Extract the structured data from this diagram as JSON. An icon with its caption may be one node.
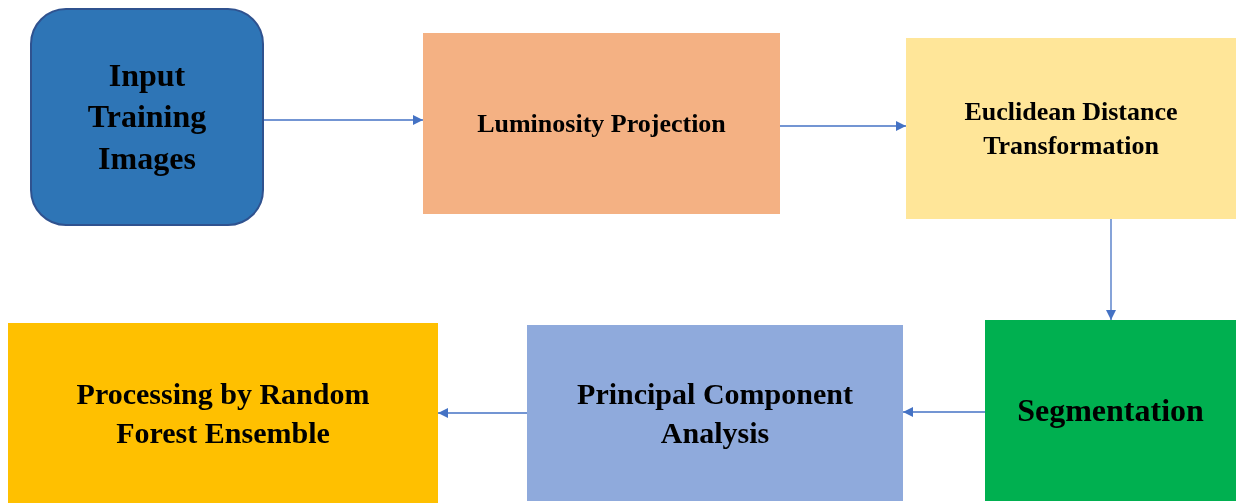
{
  "diagram": {
    "nodes": [
      {
        "text": [
          "Input Training Images"
        ]
      },
      {
        "text": [
          "Luminosity Projection"
        ]
      },
      {
        "text": [
          "Euclidean Distance Transformation"
        ]
      },
      {
        "text": [
          "Segmentation"
        ]
      },
      {
        "text": [
          "Principal Component Analysis"
        ]
      },
      {
        "text": [
          "Processing by Random Forest Ensemble"
        ]
      }
    ],
    "edges": [
      {
        "from": 0,
        "to": 1,
        "arrow": "to"
      },
      {
        "from": 1,
        "to": 2,
        "arrow": "to"
      },
      {
        "from": 2,
        "to": 3,
        "arrow": "to"
      },
      {
        "from": 3,
        "to": 4,
        "arrow": "to"
      },
      {
        "from": 4,
        "to": 5,
        "arrow": "to"
      }
    ]
  }
}
